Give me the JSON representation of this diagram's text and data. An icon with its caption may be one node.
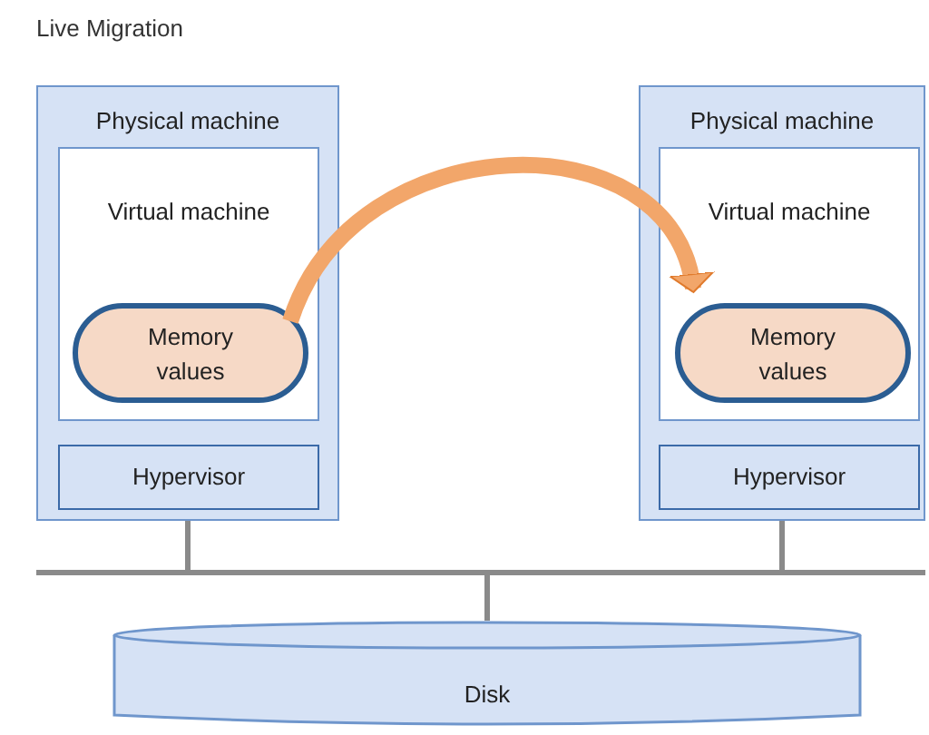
{
  "diagram": {
    "title": "Live Migration",
    "nodes": [
      {
        "text": [
          "Physical machine"
        ]
      },
      {
        "text": [
          "Virtual machine"
        ],
        "in": 0
      },
      {
        "text": [
          "Memory values"
        ],
        "in": 1
      },
      {
        "text": [
          "Hypervisor"
        ],
        "in": 0
      },
      {
        "text": [
          "Physical machine"
        ]
      },
      {
        "text": [
          "Virtual machine"
        ],
        "in": 4
      },
      {
        "text": [
          "Memory values"
        ],
        "in": 5
      },
      {
        "text": [
          "Hypervisor"
        ],
        "in": 4
      },
      {
        "text": [],
        "shape": "bar"
      },
      {
        "text": [
          "Disk"
        ]
      }
    ],
    "edges": [
      {
        "from": 2,
        "to": 6,
        "arrow": "to",
        "style": "thick",
        "color": "#f2a66a"
      },
      {
        "from": 0,
        "to": 8,
        "arrow": "none"
      },
      {
        "from": 4,
        "to": 8,
        "arrow": "none"
      },
      {
        "from": 9,
        "to": 8,
        "arrow": "none"
      }
    ]
  }
}
